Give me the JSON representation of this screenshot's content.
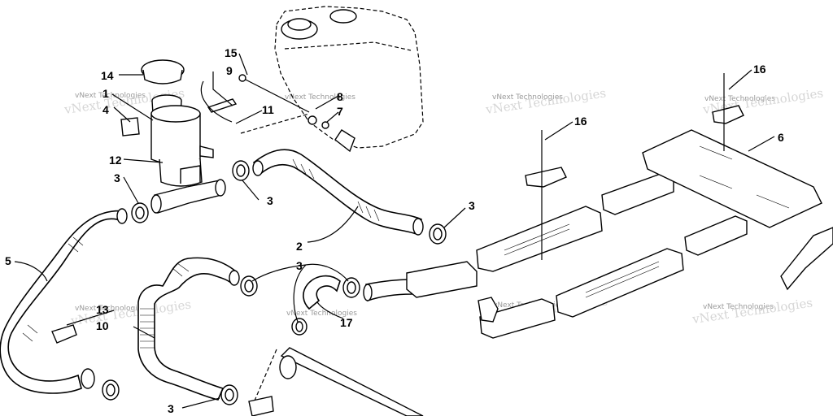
{
  "callouts": [
    {
      "id": "c14",
      "text": "14"
    },
    {
      "id": "c1",
      "text": "1"
    },
    {
      "id": "c4",
      "text": "4"
    },
    {
      "id": "c12",
      "text": "12"
    },
    {
      "id": "c3a",
      "text": "3"
    },
    {
      "id": "c5",
      "text": "5"
    },
    {
      "id": "c15",
      "text": "15"
    },
    {
      "id": "c9",
      "text": "9"
    },
    {
      "id": "c8",
      "text": "8"
    },
    {
      "id": "c7",
      "text": "7"
    },
    {
      "id": "c11",
      "text": "11"
    },
    {
      "id": "c3b",
      "text": "3"
    },
    {
      "id": "c2",
      "text": "2"
    },
    {
      "id": "c3c",
      "text": "3"
    },
    {
      "id": "c3d",
      "text": "3"
    },
    {
      "id": "c13",
      "text": "13"
    },
    {
      "id": "c10",
      "text": "10"
    },
    {
      "id": "c17",
      "text": "17"
    },
    {
      "id": "c3e",
      "text": "3"
    },
    {
      "id": "c16a",
      "text": "16"
    },
    {
      "id": "c16b",
      "text": "16"
    },
    {
      "id": "c6",
      "text": "6"
    }
  ],
  "watermark": "vNext Technologies"
}
